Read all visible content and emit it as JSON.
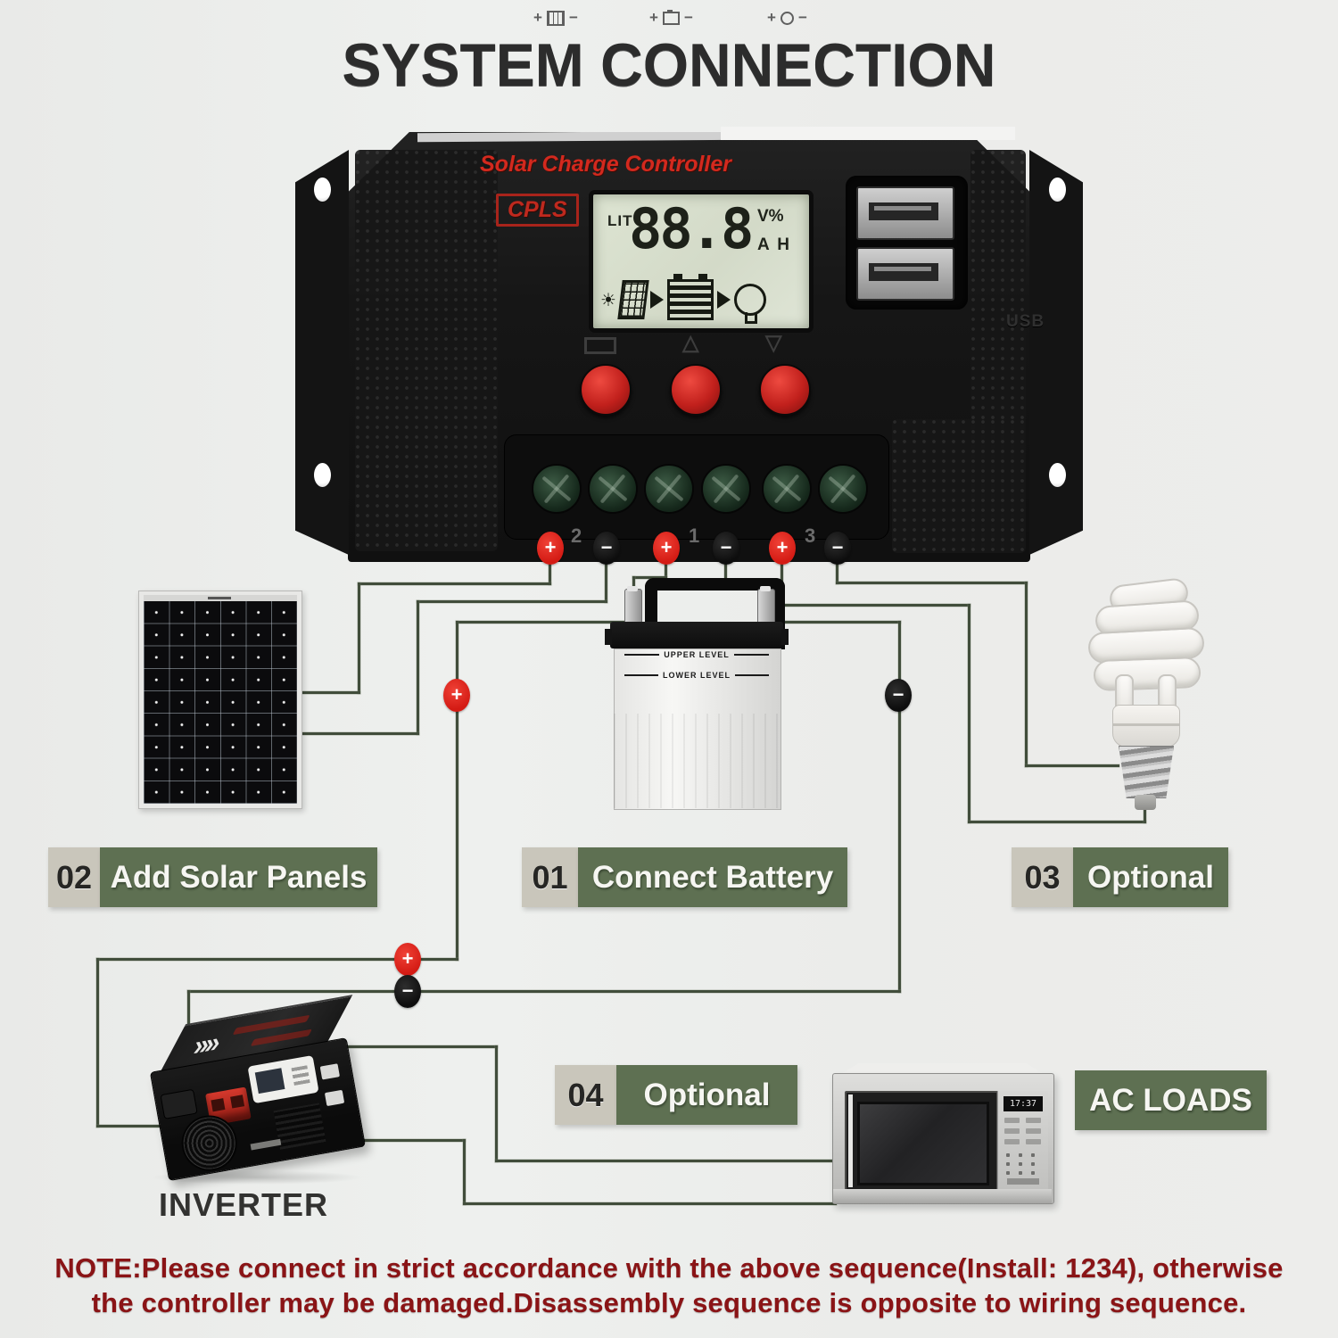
{
  "title": "SYSTEM CONNECTION",
  "controller": {
    "brand": "Solar Charge Controller",
    "model": "CPLS",
    "lcd": {
      "mode": "LIT",
      "value": "88.8",
      "unit_top": "V%",
      "unit_bottom": "A H"
    },
    "usb_emboss": "USB",
    "group_numbers": [
      "2",
      "1",
      "3"
    ]
  },
  "markers": {
    "plus": "+",
    "minus": "−"
  },
  "battery": {
    "upper_level": "UPPER LEVEL",
    "lower_level": "LOWER LEVEL"
  },
  "steps": [
    {
      "num": "01",
      "label": "Connect Battery"
    },
    {
      "num": "02",
      "label": "Add Solar Panels"
    },
    {
      "num": "03",
      "label": "Optional"
    },
    {
      "num": "04",
      "label": "Optional"
    }
  ],
  "ac_loads": "AC LOADS",
  "inverter_caption": "INVERTER",
  "microwave_display": "17:37",
  "note": {
    "line1": "NOTE:Please connect in strict accordance with the above sequence(Install: 1234), otherwise",
    "line2": "the controller may be damaged.Disassembly sequence is opposite to wiring sequence."
  },
  "colors": {
    "wire": "#414d3b",
    "marker_red": "#d41b14",
    "marker_black": "#0d0d0d",
    "label_green": "#5e7052",
    "label_gray": "#c9c6bb",
    "note_red": "#8a1416",
    "brand_red": "#d3291e"
  }
}
